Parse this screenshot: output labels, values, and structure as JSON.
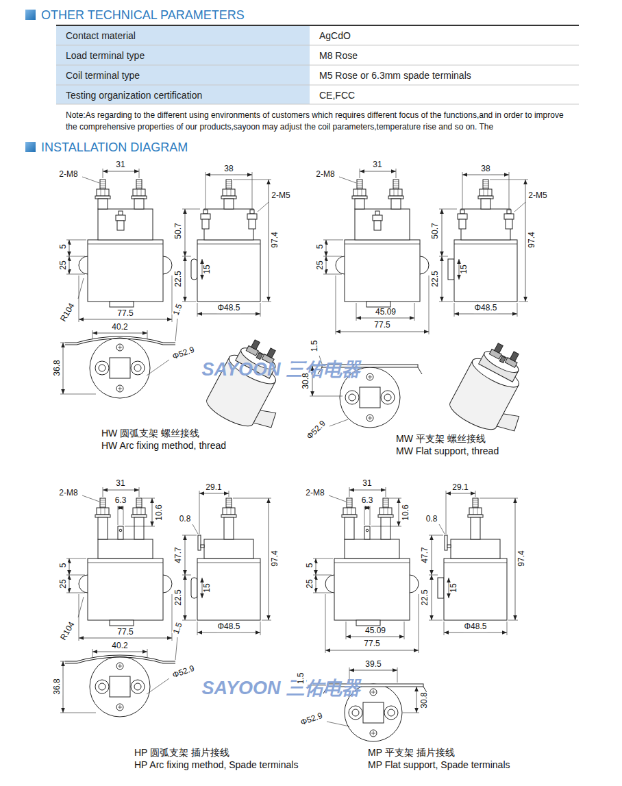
{
  "diagram": {
    "title": "OTHER TECHNICAL PARAMETERS",
    "labels": [
      "Contact material",
      "AgCdO",
      "Load terminal type",
      "M8 Rose",
      "Coil terminal type",
      "M5 Rose or 6.3mm spade terminals",
      "Testing organization certification",
      "CE,FCC",
      "Note:As regarding to the different using environments of customers which requires different focus of the functions,and in order to improve the comprehensive properties of our products,sayoon may adjust the coil parameters,temperature rise and so on. The",
      "INSTALLATION DIAGRAM",
      "2-M8",
      "31",
      "5",
      "25",
      "R104",
      "77.5",
      "40.2",
      "36.8",
      "1.5",
      "Φ52.9",
      "38",
      "2-M5",
      "50.7",
      "97.4",
      "22.5",
      "15",
      "Φ48.5",
      "SAYOON",
      "三佑电器",
      "HW 圆弧支架 螺丝接线",
      "HW Arc fixing method, thread",
      "2-M8",
      "31",
      "5",
      "25",
      "45.09",
      "77.5",
      "1.5",
      "30.8",
      "Φ52.9",
      "38",
      "2-M5",
      "50.7",
      "97.4",
      "22.5",
      "15",
      "Φ48.5",
      "MW 平支架 螺丝接线",
      "MW Flat support, thread",
      "2-M8",
      "31",
      "6.3",
      "10.6",
      "5",
      "25",
      "77.5",
      "40.2",
      "R104",
      "36.8",
      "1.5",
      "Φ52.9",
      "0.8",
      "29.1",
      "47.7",
      "97.4",
      "22.5",
      "15",
      "Φ48.5",
      "SAYOON",
      "三佑电器",
      "HP 圆弧支架 插片接线",
      "HP Arc fixing method, Spade terminals",
      "2-M8",
      "31",
      "6.3",
      "10.6",
      "5",
      "25",
      "45.09",
      "77.5",
      "1.5",
      "39.5",
      "30.8",
      "Φ52.9",
      "0.8",
      "29.1",
      "47.7",
      "97.4",
      "22.5",
      "15",
      "Φ48.5",
      "MP 平支架 插片接线",
      "MP Flat support, Spade terminals"
    ]
  }
}
